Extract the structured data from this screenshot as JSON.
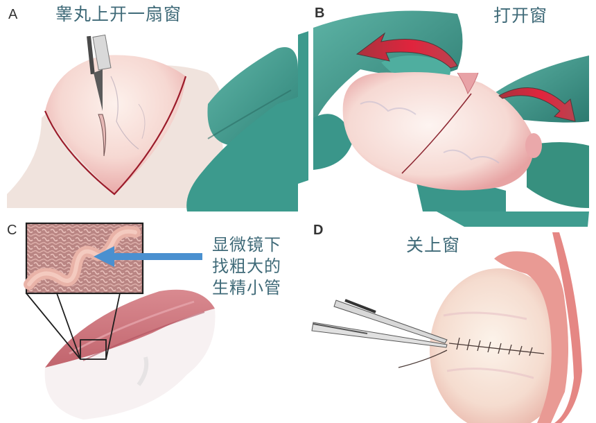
{
  "figure": {
    "panels": [
      {
        "letter": "A",
        "caption": "睾丸上开一扇窗"
      },
      {
        "letter": "B",
        "caption": "打开窗"
      },
      {
        "letter": "C",
        "caption_lines": [
          "显微镜下",
          "找粗大的",
          "生精小管"
        ]
      },
      {
        "letter": "D",
        "caption": "关上窗"
      }
    ],
    "colors": {
      "caption_text": "#3f6a78",
      "glove": "#3f9c8f",
      "glove_dark": "#2c7a70",
      "tissue": "#f3d4cf",
      "tissue_edge": "#d98a8c",
      "incision": "#9b1b2a",
      "arrow_red": "#d8243a",
      "pointer_blue": "#4a90d0",
      "inset_frame": "#1e1e1e"
    }
  }
}
